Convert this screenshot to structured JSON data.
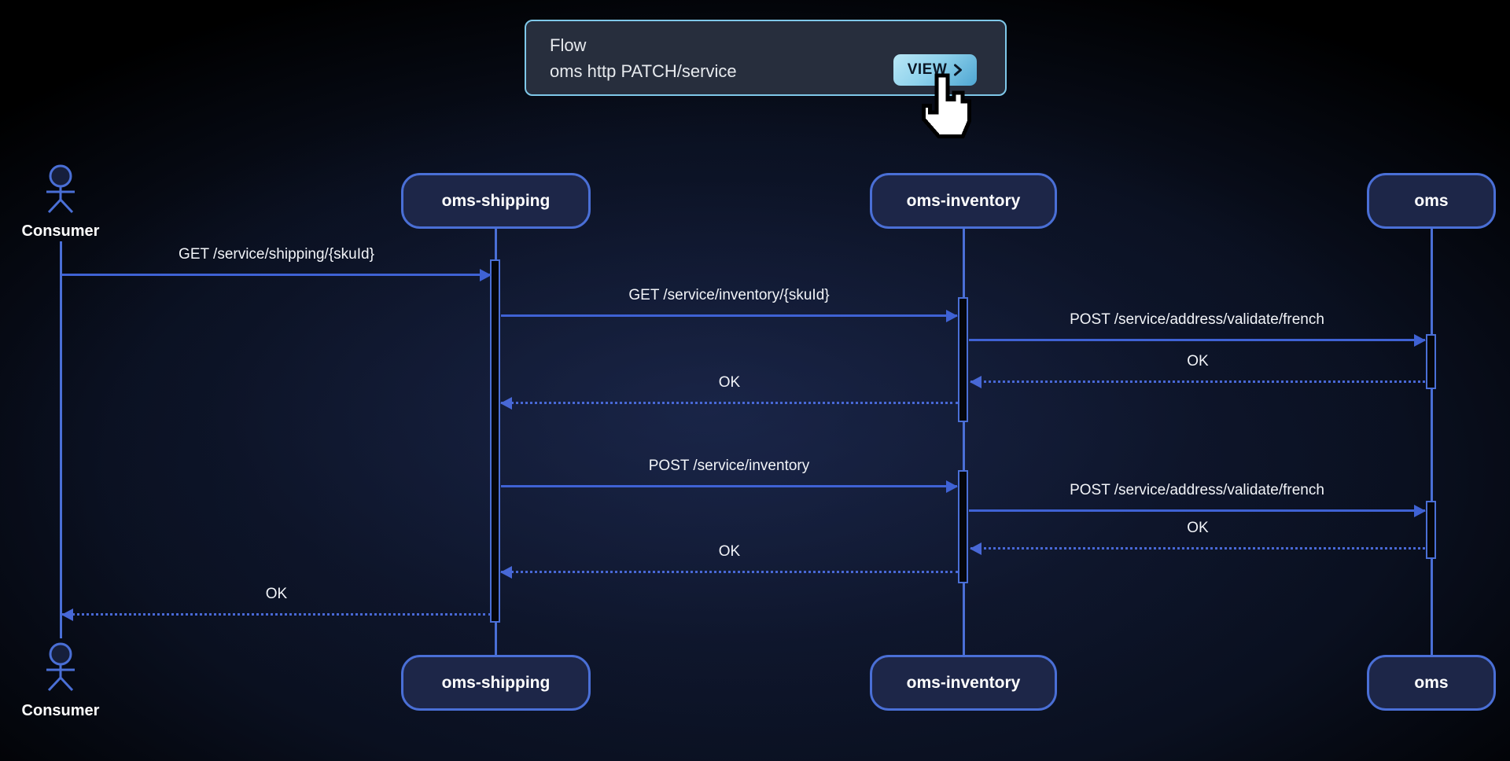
{
  "flow_card": {
    "title": "Flow",
    "subtitle": "oms http PATCH/service",
    "view_button_label": "VIEW"
  },
  "participants": {
    "consumer": "Consumer",
    "shipping": "oms-shipping",
    "inventory": "oms-inventory",
    "oms": "oms"
  },
  "messages": [
    {
      "label": "GET /service/shipping/{skuId}",
      "type": "request",
      "from": "Consumer",
      "to": "oms-shipping"
    },
    {
      "label": "GET /service/inventory/{skuId}",
      "type": "request",
      "from": "oms-shipping",
      "to": "oms-inventory"
    },
    {
      "label": "POST /service/address/validate/french",
      "type": "request",
      "from": "oms-inventory",
      "to": "oms"
    },
    {
      "label": "OK",
      "type": "response",
      "from": "oms",
      "to": "oms-inventory"
    },
    {
      "label": "OK",
      "type": "response",
      "from": "oms-inventory",
      "to": "oms-shipping"
    },
    {
      "label": "POST /service/inventory",
      "type": "request",
      "from": "oms-shipping",
      "to": "oms-inventory"
    },
    {
      "label": "POST /service/address/validate/french",
      "type": "request",
      "from": "oms-inventory",
      "to": "oms"
    },
    {
      "label": "OK",
      "type": "response",
      "from": "oms",
      "to": "oms-inventory"
    },
    {
      "label": "OK",
      "type": "response",
      "from": "oms-inventory",
      "to": "oms-shipping"
    },
    {
      "label": "OK",
      "type": "response",
      "from": "oms-shipping",
      "to": "Consumer"
    }
  ],
  "colors": {
    "diagram_line": "#3f62d4",
    "node_border": "#4a6fd6",
    "node_fill": "#1d2648",
    "card_border": "#7fc8e9",
    "card_fill": "#272e3d",
    "button_blue_light": "#b9e7f6",
    "button_blue_dark": "#4fa6d2",
    "text": "#ffffff"
  }
}
